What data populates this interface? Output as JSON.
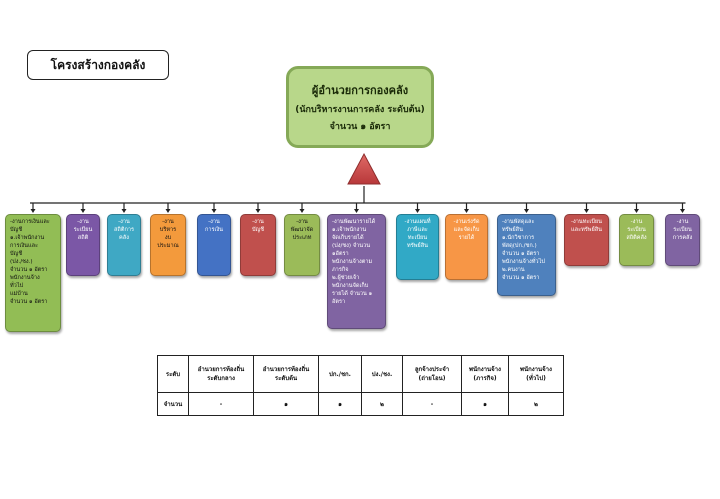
{
  "title": "โครงสร้างกองคลัง",
  "head": {
    "position": "ผู้อำนวยการกองคลัง",
    "level": "(นักบริหารงานการคลัง ระดับต้น)",
    "count": "จำนวน ๑ อัตรา",
    "color": "#b8d78a"
  },
  "units": [
    {
      "text": "-งานการเงินและ\nบัญชี\n๑.เจ้าพนักงาน\nการเงินและ\nบัญชี\n(ปง./ชง.)\nจำนวน ๑ อัตรา\nพนักงานจ้าง\nทั่วไป\nแม่บ้าน\nจำนวน ๑ อัตรา",
      "color": "#92bd55"
    },
    {
      "text": "-งาน\nระเบียน\nสถิติ",
      "color": "#7b57a6"
    },
    {
      "text": "-งาน\nสถิติการ\nคลัง",
      "color": "#3fa8c4"
    },
    {
      "text": "-งาน\nบริหาร\nงบประมาณ",
      "color": "#f39a3c"
    },
    {
      "text": "-งาน\nการเงิน",
      "color": "#4472c4"
    },
    {
      "text": "-งาน\nบัญชี",
      "color": "#c0504d"
    },
    {
      "text": "-งาน\nพัฒนาจัด\nประเภท",
      "color": "#9bbb59"
    },
    {
      "text": "-งานพัฒนารายได้\n๑.เจ้าพนักงาน\nจัดเก็บรายได้\n(ปง/ชง) จำนวน\n๑อัตรา\nพนักงานจ้างตาม\nภารกิจ\n๒.ผู้ช่วยเจ้า\nพนักงานจัดเก็บ\nรายได้ จำนวน ๑\nอัตรา",
      "color": "#8064a2"
    },
    {
      "text": "-งานแผนที่\nภาษีและ\nทะเบียน\nทรัพย์สิน",
      "color": "#31a9c6"
    },
    {
      "text": "-งานเร่งรัด\nและจัดเก็บ\nรายได้",
      "color": "#f79646"
    },
    {
      "text": "-งานพัสดุและ\nทรัพย์สิน\n๑.นักวิชาการ\nพัสดุ(ปก./ชก.)\nจำนวน ๑ อัตรา\nพนักงานจ้างทั่วไป\n๒.คนงาน\nจำนวน ๑ อัตรา",
      "color": "#4f81bd"
    },
    {
      "text": "-งานทะเบียน\nและทรัพย์สิน",
      "color": "#c0504d"
    },
    {
      "text": "-งาน\nระเบียน\nสถิติคลัง",
      "color": "#9bbb59"
    },
    {
      "text": "-งาน\nระเบียน\nการคลัง",
      "color": "#8064a2"
    }
  ],
  "table": {
    "headers": [
      "ระดับ",
      "อำนวยการท้องถิ่น\nระดับกลาง",
      "อำนวยการท้องถิ่น\nระดับต้น",
      "ปก./ชก.",
      "ปง./ชง.",
      "ลูกจ้างประจำ\n(ถ่ายโอน)",
      "พนักงานจ้าง\n(ภารกิจ)",
      "พนักงานจ้าง\n(ทั่วไป)"
    ],
    "values": [
      "จำนวน",
      "-",
      "๑",
      "๑",
      "๒",
      "-",
      "๑",
      "๒"
    ]
  }
}
